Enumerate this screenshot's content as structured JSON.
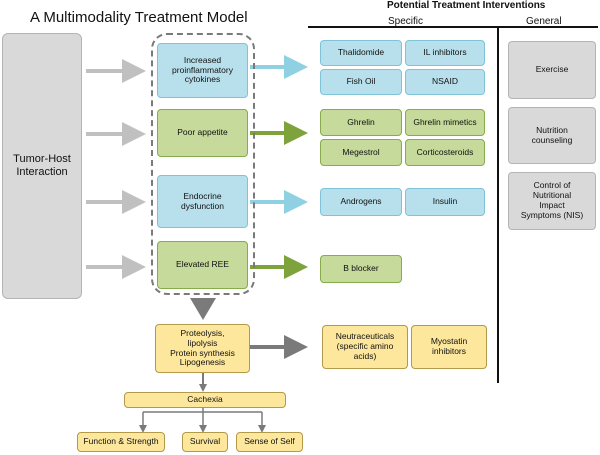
{
  "title": "A Multimodality Treatment Model",
  "interventions_heading": "Potential Treatment Interventions",
  "column_headers": {
    "specific": "Specific",
    "general": "General"
  },
  "source": "Tumor-Host\nInteraction",
  "mechanisms": [
    {
      "label": "Increased\nproinflammatory\ncytokines"
    },
    {
      "label": "Poor appetite"
    },
    {
      "label": "Endocrine\ndysfunction"
    },
    {
      "label": "Elevated REE"
    }
  ],
  "specific": {
    "cytokines": [
      "Thalidomide",
      "IL inhibitors",
      "Fish Oil",
      "NSAID"
    ],
    "appetite": [
      "Ghrelin",
      "Ghrelin mimetics",
      "Megestrol",
      "Corticosteroids"
    ],
    "endocrine": [
      "Androgens",
      "Insulin"
    ],
    "ree": [
      "B blocker"
    ]
  },
  "general": [
    "Exercise",
    "Nutrition\ncounseling",
    "Control of\nNutritional\nImpact\nSymptoms (NIS)"
  ],
  "processes": "Proteolysis,\nlipolysis\nProtein synthesis\nLipogenesis",
  "process_interventions": [
    "Neutraceuticals\n(specific amino\nacids)",
    "Myostatin\ninhibitors"
  ],
  "cachexia": "Cachexia",
  "outcomes": [
    "Function & Strength",
    "Survival",
    "Sense of Self"
  ]
}
